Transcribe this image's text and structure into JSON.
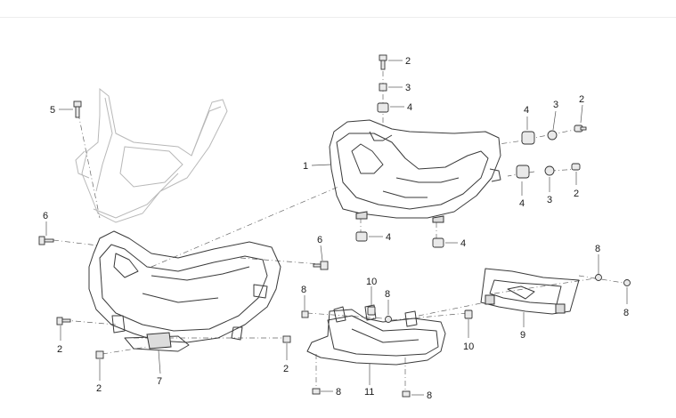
{
  "callouts": {
    "c2a": "2",
    "c3a": "3",
    "c4a": "4",
    "c5": "5",
    "c1": "1",
    "c4b": "4",
    "c3b": "3",
    "c2b": "2",
    "c2c": "2",
    "c3c": "3",
    "c4c": "4",
    "c6a": "6",
    "c4d": "4",
    "c4e": "4",
    "c6b": "6",
    "c8a": "8",
    "c10a": "10",
    "c8b": "8",
    "c8c": "8",
    "c8d": "8",
    "c2d": "2",
    "c2e": "2",
    "c7": "7",
    "c2f": "2",
    "c11": "11",
    "c10b": "10",
    "c9": "9",
    "c8e": "8",
    "c8f": "8"
  }
}
